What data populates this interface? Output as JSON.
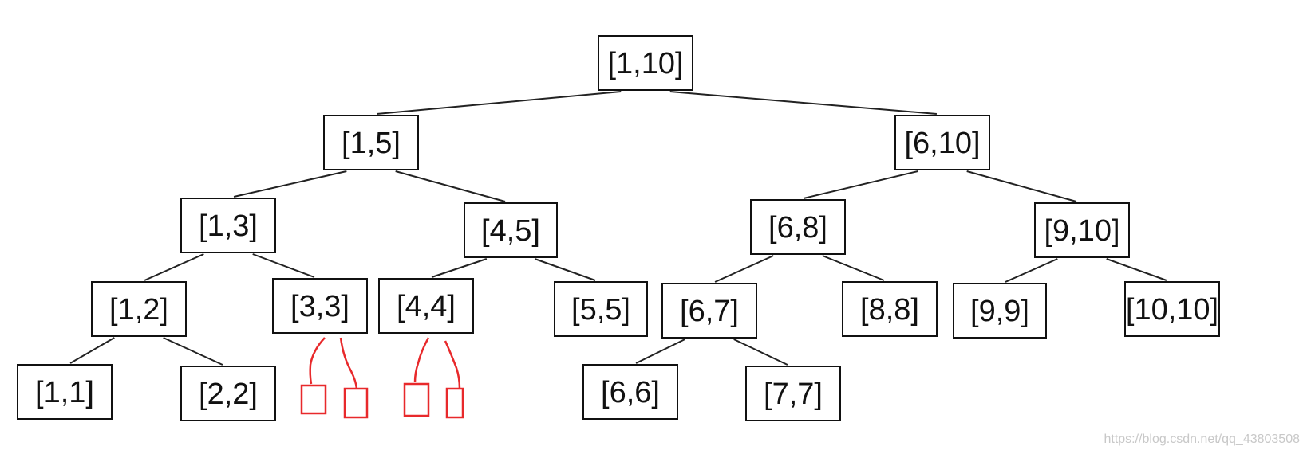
{
  "diagram": {
    "nodes": [
      {
        "id": "n1_10",
        "label": "[1,10]"
      },
      {
        "id": "n1_5",
        "label": "[1,5]"
      },
      {
        "id": "n6_10",
        "label": "[6,10]"
      },
      {
        "id": "n1_3",
        "label": "[1,3]"
      },
      {
        "id": "n4_5",
        "label": "[4,5]"
      },
      {
        "id": "n6_8",
        "label": "[6,8]"
      },
      {
        "id": "n9_10",
        "label": "[9,10]"
      },
      {
        "id": "n1_2",
        "label": "[1,2]"
      },
      {
        "id": "n3_3",
        "label": "[3,3]"
      },
      {
        "id": "n4_4",
        "label": "[4,4]"
      },
      {
        "id": "n5_5",
        "label": "[5,5]"
      },
      {
        "id": "n6_7",
        "label": "[6,7]"
      },
      {
        "id": "n8_8",
        "label": "[8,8]"
      },
      {
        "id": "n9_9",
        "label": "[9,9]"
      },
      {
        "id": "n10_10",
        "label": "[10,10]"
      },
      {
        "id": "n1_1",
        "label": "[1,1]"
      },
      {
        "id": "n2_2",
        "label": "[2,2]"
      },
      {
        "id": "n6_6",
        "label": "[6,6]"
      },
      {
        "id": "n7_7",
        "label": "[7,7]"
      }
    ],
    "edges": [
      [
        "n1_10",
        "n1_5"
      ],
      [
        "n1_10",
        "n6_10"
      ],
      [
        "n1_5",
        "n1_3"
      ],
      [
        "n1_5",
        "n4_5"
      ],
      [
        "n6_10",
        "n6_8"
      ],
      [
        "n6_10",
        "n9_10"
      ],
      [
        "n1_3",
        "n1_2"
      ],
      [
        "n1_3",
        "n3_3"
      ],
      [
        "n4_5",
        "n4_4"
      ],
      [
        "n4_5",
        "n5_5"
      ],
      [
        "n6_8",
        "n6_7"
      ],
      [
        "n6_8",
        "n8_8"
      ],
      [
        "n9_10",
        "n9_9"
      ],
      [
        "n9_10",
        "n10_10"
      ],
      [
        "n1_2",
        "n1_1"
      ],
      [
        "n1_2",
        "n2_2"
      ],
      [
        "n6_7",
        "n6_6"
      ],
      [
        "n6_7",
        "n7_7"
      ]
    ],
    "annotation_color": "#e8292b"
  },
  "watermark": "https://blog.csdn.net/qq_43803508"
}
